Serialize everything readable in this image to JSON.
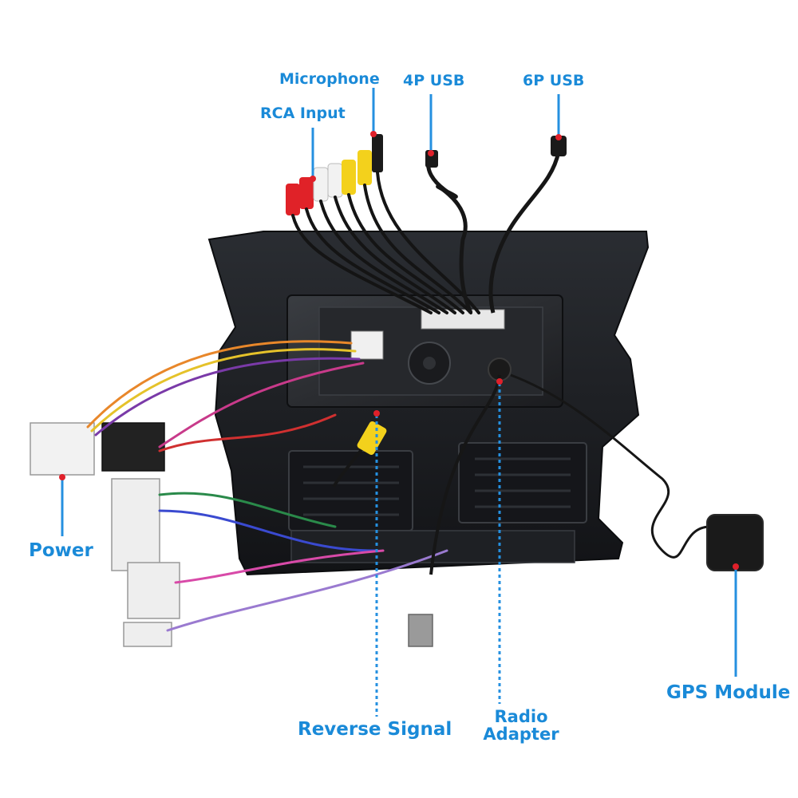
{
  "labels": {
    "microphone": "Microphone",
    "usb_4p": "4P USB",
    "usb_6p": "6P USB",
    "rca_input": "RCA Input",
    "power": "Power",
    "gps_module": "GPS Module",
    "reverse_signal": "Reverse Signal",
    "radio_adapter_line1": "Radio",
    "radio_adapter_line2": "Adapter"
  },
  "colors": {
    "label": "#1a8ad8",
    "pointer": "#2590e0",
    "marker": "#e0202a",
    "frame": "#1d1f23",
    "cable": "#141414"
  }
}
